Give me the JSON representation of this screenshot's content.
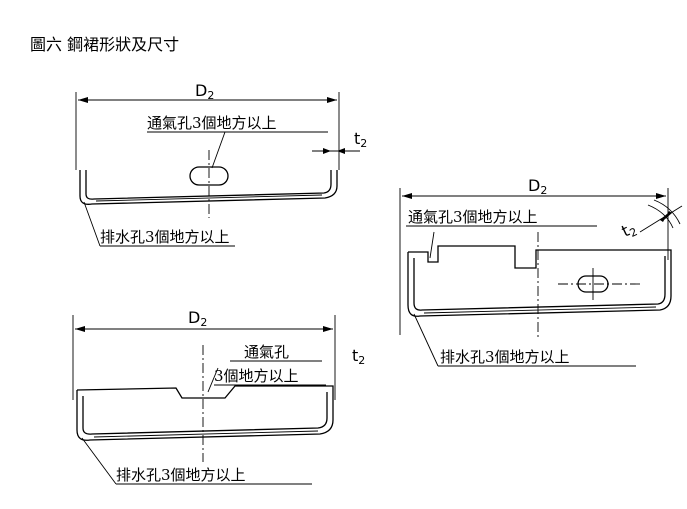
{
  "figure_title": "圖六  鋼裙形狀及尺寸",
  "top_left": {
    "dim_main": "D",
    "dim_main_sub": "2",
    "dim_thick": "t",
    "dim_thick_sub": "2",
    "vent_label": "通氣孔3個地方以上",
    "drain_label": "排水孔3個地方以上"
  },
  "bottom_left": {
    "dim_main": "D",
    "dim_main_sub": "2",
    "dim_thick": "t",
    "dim_thick_sub": "2",
    "vent_label_line1": "通氣孔",
    "vent_label_line2": "3個地方以上",
    "drain_label": "排水孔3個地方以上"
  },
  "right": {
    "dim_main": "D",
    "dim_main_sub": "2",
    "dim_thick": "t",
    "dim_thick_sub": "2",
    "vent_label": "通氣孔3個地方以上",
    "drain_label": "排水孔3個地方以上"
  }
}
